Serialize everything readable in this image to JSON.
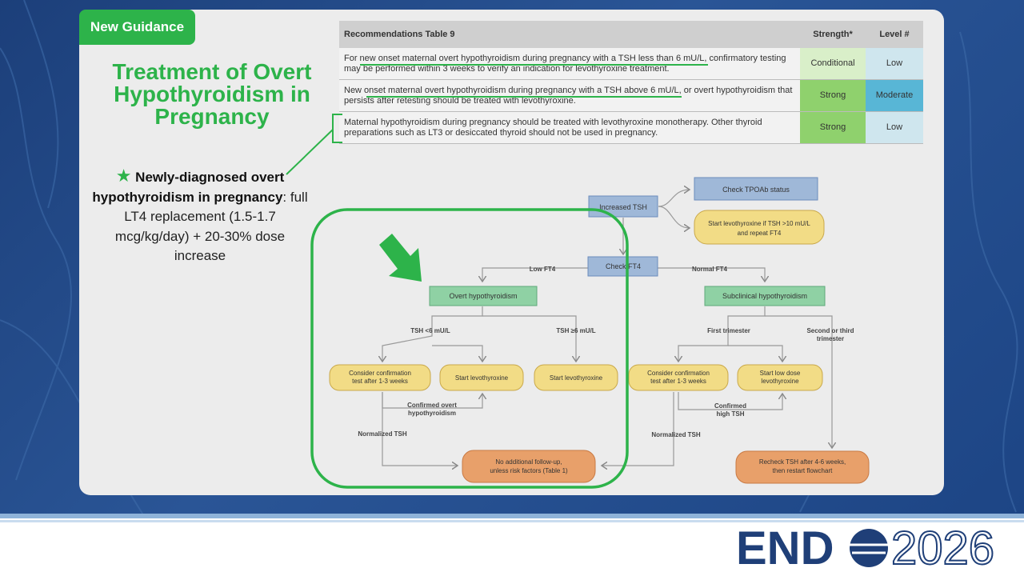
{
  "badge": "New Guidance",
  "title": "Treatment of Overt Hypothyroidism in Pregnancy",
  "note": {
    "bold": "Newly-diagnosed overt hypothyroidism in pregnancy",
    "rest": ": full LT4 replacement (1.5-1.7 mcg/kg/day) + 20-30% dose increase"
  },
  "table": {
    "header": "Recommendations Table 9",
    "strength": "Strength*",
    "level": "Level #",
    "rows": [
      {
        "text": "For new onset maternal overt hypothyroidism during pregnancy with a TSH less than 6 mU/L, confirmatory testing may be performed within 3 weeks to verify an indication for levothyroxine treatment.",
        "strength": "Conditional",
        "level": "Low"
      },
      {
        "text": "New onset maternal overt hypothyroidism during pregnancy with a TSH above 6 mU/L, or overt hypothyroidism that persists after retesting should be treated with levothyroxine.",
        "strength": "Strong",
        "level": "Moderate"
      },
      {
        "text": "Maternal hypothyroidism during pregnancy should be treated with levothyroxine monotherapy. Other thyroid preparations such as LT3 or desiccated thyroid should not be used in pregnancy.",
        "strength": "Strong",
        "level": "Low"
      }
    ],
    "colors": {
      "conditional": "#d9efc9",
      "strong": "#8fd16d",
      "low": "#cfe6ee",
      "moderate": "#58b6d6"
    }
  },
  "flow": {
    "increased_tsh": "Increased TSH",
    "check_tpoab": "Check TPOAb status",
    "start_if": "Start levothyroxine if TSH >10 mU/L",
    "start_if2": "and repeat FT4",
    "check_ft4": "Check FT4",
    "low_ft4": "Low FT4",
    "normal_ft4": "Normal FT4",
    "overt": "Overt hypothyroidism",
    "subclinical": "Subclinical hypothyroidism",
    "tsh_lt6": "TSH <6 mU/L",
    "tsh_ge6": "TSH ≥6 mU/L",
    "first_tri": "First trimester",
    "second_tri": "Second or third",
    "second_tri2": "trimester",
    "consider1": "Consider confirmation",
    "consider2": "test after 1-3 weeks",
    "start_levo": "Start levothyroxine",
    "start_low1": "Start low dose",
    "start_low2": "levothyroxine",
    "confirmed_overt1": "Confirmed overt",
    "confirmed_overt2": "hypothyroidism",
    "confirmed_high1": "Confirmed",
    "confirmed_high2": "high TSH",
    "normalized": "Normalized TSH",
    "no_follow1": "No additional follow-up,",
    "no_follow2": "unless risk factors (Table 1)",
    "recheck1": "Recheck TSH after 4-6 weeks,",
    "recheck2": "then restart flowchart"
  },
  "logo": {
    "text1": "END",
    "text2": "2026"
  }
}
